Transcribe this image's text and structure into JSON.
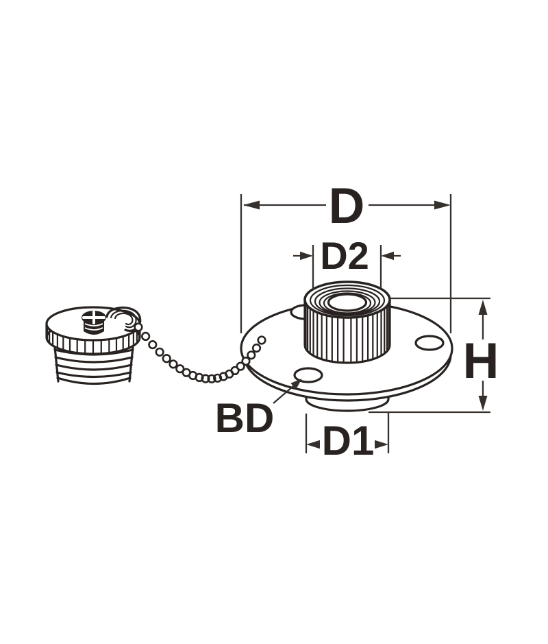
{
  "figure": {
    "type": "technical-line-drawing",
    "background": "#ffffff",
    "ink": "#282320",
    "dimension_ink": "#35302c",
    "labels": {
      "d": "D",
      "d2": "D2",
      "h": "H",
      "bd": "BD",
      "d1": "D1"
    }
  }
}
